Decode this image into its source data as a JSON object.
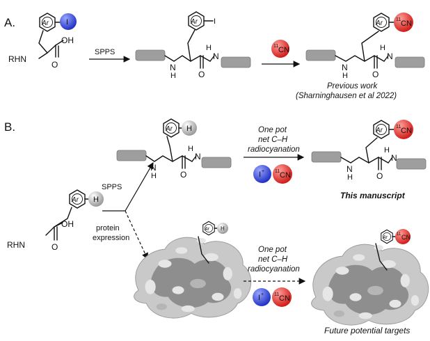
{
  "labels": {
    "panel_a": "A.",
    "panel_b": "B.",
    "rhn": "RHN",
    "oh": "OH",
    "nh": "H",
    "n": "N",
    "o": "O",
    "ar": "Ar",
    "iodo": "I",
    "h_atom": "H",
    "sup_11": "11",
    "cn": "CN",
    "iplus": "I",
    "plus": "+",
    "spps": "SPPS",
    "protein_line1": "protein",
    "protein_line2": "expression",
    "onepot_line1": "One pot",
    "onepot_line2": "net C–H",
    "onepot_line3": "radiocyanation",
    "previous_line1": "Previous work",
    "previous_line2": "(Sharninghausen et al 2022)",
    "this_manuscript": "This manuscript",
    "future_targets": "Future potential targets"
  },
  "colors": {
    "iodine_blue": "#3a4fd8",
    "cyanide_red": "#e0322e",
    "hydrogen_gray": "#bdbdbd",
    "resin_gray": "#9e9e9e",
    "protein_light": "#c9c9c9",
    "protein_dark": "#8e8e8e"
  }
}
